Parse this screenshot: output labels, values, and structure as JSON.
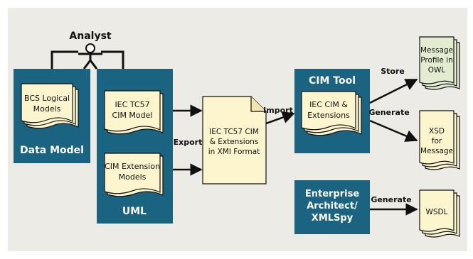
{
  "colors": {
    "panel_bg": "#ecebe6",
    "box_blue": "#1a6482",
    "doc_cream": "#fdf5cd",
    "doc_green": "#e3ecd0",
    "text_white": "#ffffff",
    "text_dark": "#111111"
  },
  "actor": {
    "label": "Analyst",
    "icon": "stick-figure-icon"
  },
  "data_model": {
    "title": "Data Model",
    "doc_line1": "BCS Logical",
    "doc_line2": "Models"
  },
  "uml": {
    "title": "UML",
    "doc1_line1": "IEC TC57",
    "doc1_line2": "CIM Model",
    "doc2_line1": "CIM Extension",
    "doc2_line2": "Models"
  },
  "xmi_doc": {
    "line1": "IEC TC57 CIM",
    "line2": "& Extensions",
    "line3": "in XMI Format"
  },
  "cim_tool": {
    "title": "CIM Tool",
    "doc_line1": "IEC CIM &",
    "doc_line2": "Extensions"
  },
  "enterprise": {
    "line1": "Enterprise",
    "line2": "Architect/",
    "line3": "XMLSpy"
  },
  "outputs": {
    "owl_line1": "Message",
    "owl_line2": "Profile in",
    "owl_line3": "OWL",
    "xsd_line1": "XSD",
    "xsd_line2": "for",
    "xsd_line3": "Message",
    "wsdl": "WSDL"
  },
  "arrows": {
    "export": "Export",
    "import": "Import",
    "store": "Store",
    "generate": "Generate",
    "generate2": "Generate"
  }
}
